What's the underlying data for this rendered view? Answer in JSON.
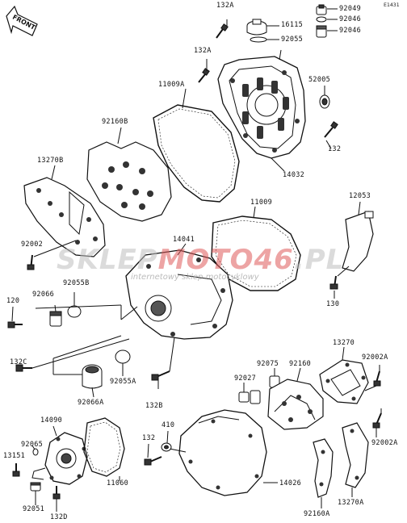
{
  "diagram": {
    "code": "E1431",
    "front_label": "FRONT",
    "watermark": {
      "brand_main": "SKLEP",
      "brand_red": "MOTO46",
      "brand_tail": ".PL",
      "tagline": "internetowy sklep motocyklowy"
    },
    "labels": [
      {
        "id": "l132a_top",
        "text": "132A"
      },
      {
        "id": "l16115",
        "text": "16115"
      },
      {
        "id": "l92055",
        "text": "92055"
      },
      {
        "id": "l92049",
        "text": "92049"
      },
      {
        "id": "l92046a",
        "text": "92046"
      },
      {
        "id": "l92046b",
        "text": "92046"
      },
      {
        "id": "l132a_mid",
        "text": "132A"
      },
      {
        "id": "l52005",
        "text": "52005"
      },
      {
        "id": "l11009a",
        "text": "11009A"
      },
      {
        "id": "l92160b",
        "text": "92160B"
      },
      {
        "id": "l132_right",
        "text": "132"
      },
      {
        "id": "l14032",
        "text": "14032"
      },
      {
        "id": "l13270b",
        "text": "13270B"
      },
      {
        "id": "l12053",
        "text": "12053"
      },
      {
        "id": "l11009",
        "text": "11009"
      },
      {
        "id": "l14041",
        "text": "14041"
      },
      {
        "id": "l92002",
        "text": "92002"
      },
      {
        "id": "l92066",
        "text": "92066"
      },
      {
        "id": "l92055b",
        "text": "92055B"
      },
      {
        "id": "l120",
        "text": "120"
      },
      {
        "id": "l130",
        "text": "130"
      },
      {
        "id": "l132c",
        "text": "132C"
      },
      {
        "id": "l13270",
        "text": "13270"
      },
      {
        "id": "l92002a_top",
        "text": "92002A"
      },
      {
        "id": "l92075",
        "text": "92075"
      },
      {
        "id": "l92160",
        "text": "92160"
      },
      {
        "id": "l92027",
        "text": "92027"
      },
      {
        "id": "l92055a",
        "text": "92055A"
      },
      {
        "id": "l92066a",
        "text": "92066A"
      },
      {
        "id": "l132b",
        "text": "132B"
      },
      {
        "id": "l14090",
        "text": "14090"
      },
      {
        "id": "l410",
        "text": "410"
      },
      {
        "id": "l92065",
        "text": "92065"
      },
      {
        "id": "l132_bottom",
        "text": "132"
      },
      {
        "id": "l92002a_bot",
        "text": "92002A"
      },
      {
        "id": "l13151",
        "text": "13151"
      },
      {
        "id": "l11060",
        "text": "11060"
      },
      {
        "id": "l14026",
        "text": "14026"
      },
      {
        "id": "l92051",
        "text": "92051"
      },
      {
        "id": "l132d",
        "text": "132D"
      },
      {
        "id": "l92160a",
        "text": "92160A"
      },
      {
        "id": "l13270a",
        "text": "13270A"
      }
    ]
  }
}
